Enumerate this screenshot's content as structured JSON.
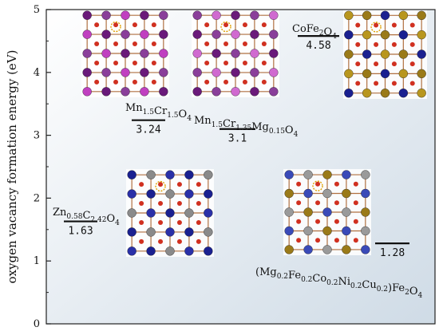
{
  "chart_data": {
    "type": "scatter",
    "ylabel": "oxygen vacancy formation energy (eV)",
    "xlabel": "",
    "ylim": [
      0,
      5
    ],
    "yticks": [
      0,
      1,
      2,
      3,
      4,
      5
    ],
    "grid": false,
    "points": [
      {
        "formula": [
          [
            "Mn",
            "1.5"
          ],
          [
            "Cr",
            "1.5"
          ],
          [
            "O",
            "4"
          ]
        ],
        "value": 3.24,
        "value_label": "3.24",
        "crystal": [
          "#6a1a7a",
          "#8a3f9a",
          "#c040c0"
        ]
      },
      {
        "formula": [
          [
            "Mn",
            "1.5"
          ],
          [
            "Cr",
            "1.35"
          ],
          [
            "Mg",
            "0.15"
          ],
          [
            "O",
            "4"
          ]
        ],
        "value": 3.1,
        "value_label": "3.1",
        "crystal": [
          "#6a1a7a",
          "#8a3f9a",
          "#d06ad0"
        ]
      },
      {
        "formula": [
          [
            "Co",
            ""
          ],
          [
            "Fe",
            "2"
          ],
          [
            "O",
            "4"
          ]
        ],
        "value": 4.58,
        "value_label": "4.58",
        "crystal": [
          "#9a7a18",
          "#1a2090",
          "#b8961e"
        ]
      },
      {
        "formula": [
          [
            "Zn",
            "0.58"
          ],
          [
            "C",
            "2.42"
          ],
          [
            "O",
            "4"
          ]
        ],
        "value": 1.63,
        "value_label": "1.63",
        "crystal": [
          "#1a2090",
          "#8a8a8a",
          "#2a30a8"
        ]
      },
      {
        "formula": [
          [
            "(Mg",
            "0.2"
          ],
          [
            "Fe",
            "0.2"
          ],
          [
            "Co",
            "0.2"
          ],
          [
            "Ni",
            "0.2"
          ],
          [
            "Cu",
            "0.2"
          ],
          [
            ")Fe",
            "2"
          ],
          [
            "O",
            "4"
          ]
        ],
        "value": 1.28,
        "value_label": "1.28",
        "crystal": [
          "#9a7a18",
          "#3a4ab8",
          "#9a9a9a"
        ]
      }
    ]
  }
}
